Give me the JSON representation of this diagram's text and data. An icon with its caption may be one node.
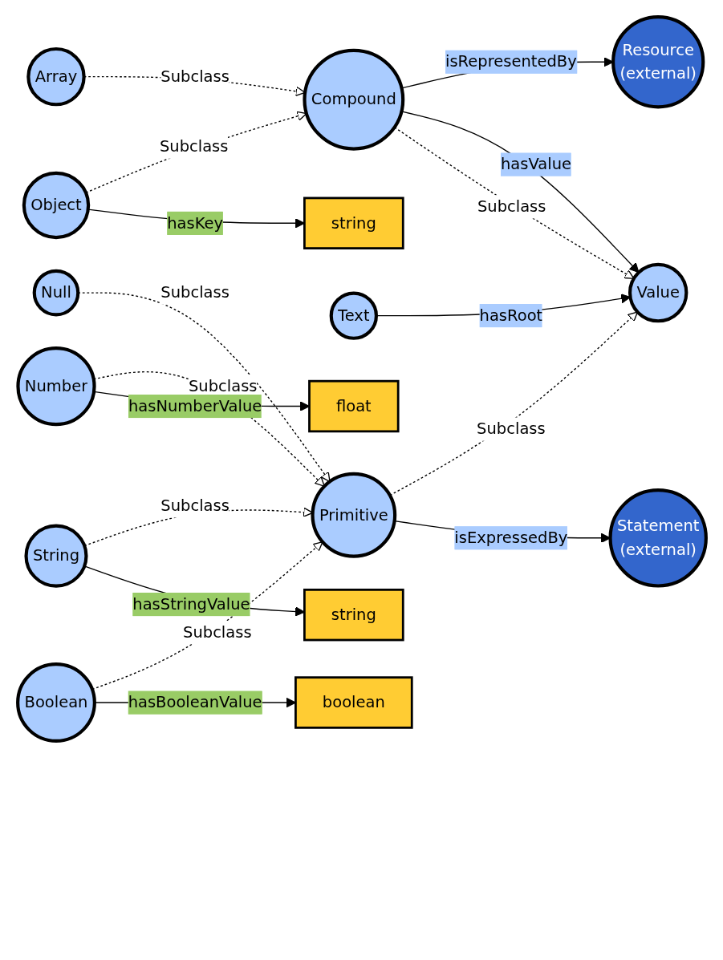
{
  "diagram": {
    "nodes": [
      {
        "text": [
          "Array"
        ]
      },
      {
        "text": [
          "Object"
        ]
      },
      {
        "text": [
          "string"
        ]
      },
      {
        "text": [
          "Compound"
        ]
      },
      {
        "text": [
          "Resource",
          "(external)"
        ]
      },
      {
        "text": [
          "Text"
        ]
      },
      {
        "text": [
          "Value"
        ]
      },
      {
        "text": [
          "Primitive"
        ]
      },
      {
        "text": [
          "Statement",
          "(external)"
        ]
      },
      {
        "text": [
          "Null"
        ]
      },
      {
        "text": [
          "Number"
        ]
      },
      {
        "text": [
          "String"
        ]
      },
      {
        "text": [
          "Boolean"
        ]
      },
      {
        "text": [
          "float"
        ]
      },
      {
        "text": [
          "boolean"
        ]
      },
      {
        "text": [
          "string"
        ]
      }
    ],
    "edges": [
      {
        "from": 0,
        "to": 3,
        "arrow": "to",
        "label": "Subclass",
        "style": "dashed"
      },
      {
        "from": 1,
        "to": 3,
        "arrow": "to",
        "label": "Subclass",
        "style": "dashed"
      },
      {
        "from": 1,
        "to": 2,
        "arrow": "to",
        "label": "hasKey"
      },
      {
        "from": 3,
        "to": 4,
        "arrow": "to",
        "label": "isRepresentedBy"
      },
      {
        "from": 3,
        "to": 6,
        "arrow": "to",
        "label": "hasValue"
      },
      {
        "from": 3,
        "to": 6,
        "arrow": "to",
        "label": "Subclass",
        "style": "dashed"
      },
      {
        "from": 5,
        "to": 6,
        "arrow": "to",
        "label": "hasRoot"
      },
      {
        "from": 7,
        "to": 6,
        "arrow": "to",
        "label": "Subclass",
        "style": "dashed"
      },
      {
        "from": 7,
        "to": 8,
        "arrow": "to",
        "label": "isExpressedBy"
      },
      {
        "from": 9,
        "to": 7,
        "arrow": "to",
        "label": "Subclass",
        "style": "dashed"
      },
      {
        "from": 11,
        "to": 7,
        "arrow": "to",
        "label": "Subclass",
        "style": "dashed"
      },
      {
        "from": 12,
        "to": 7,
        "arrow": "to",
        "label": "Subclass",
        "style": "dashed"
      },
      {
        "from": 10,
        "to": 7,
        "arrow": "to",
        "label": "Subclass",
        "style": "dashed"
      },
      {
        "from": 10,
        "to": 13,
        "arrow": "to",
        "label": "hasNumberValue"
      },
      {
        "from": 12,
        "to": 14,
        "arrow": "to",
        "label": "hasBooleanValue"
      },
      {
        "from": 11,
        "to": 15,
        "arrow": "to",
        "label": "hasStringValue"
      }
    ]
  }
}
